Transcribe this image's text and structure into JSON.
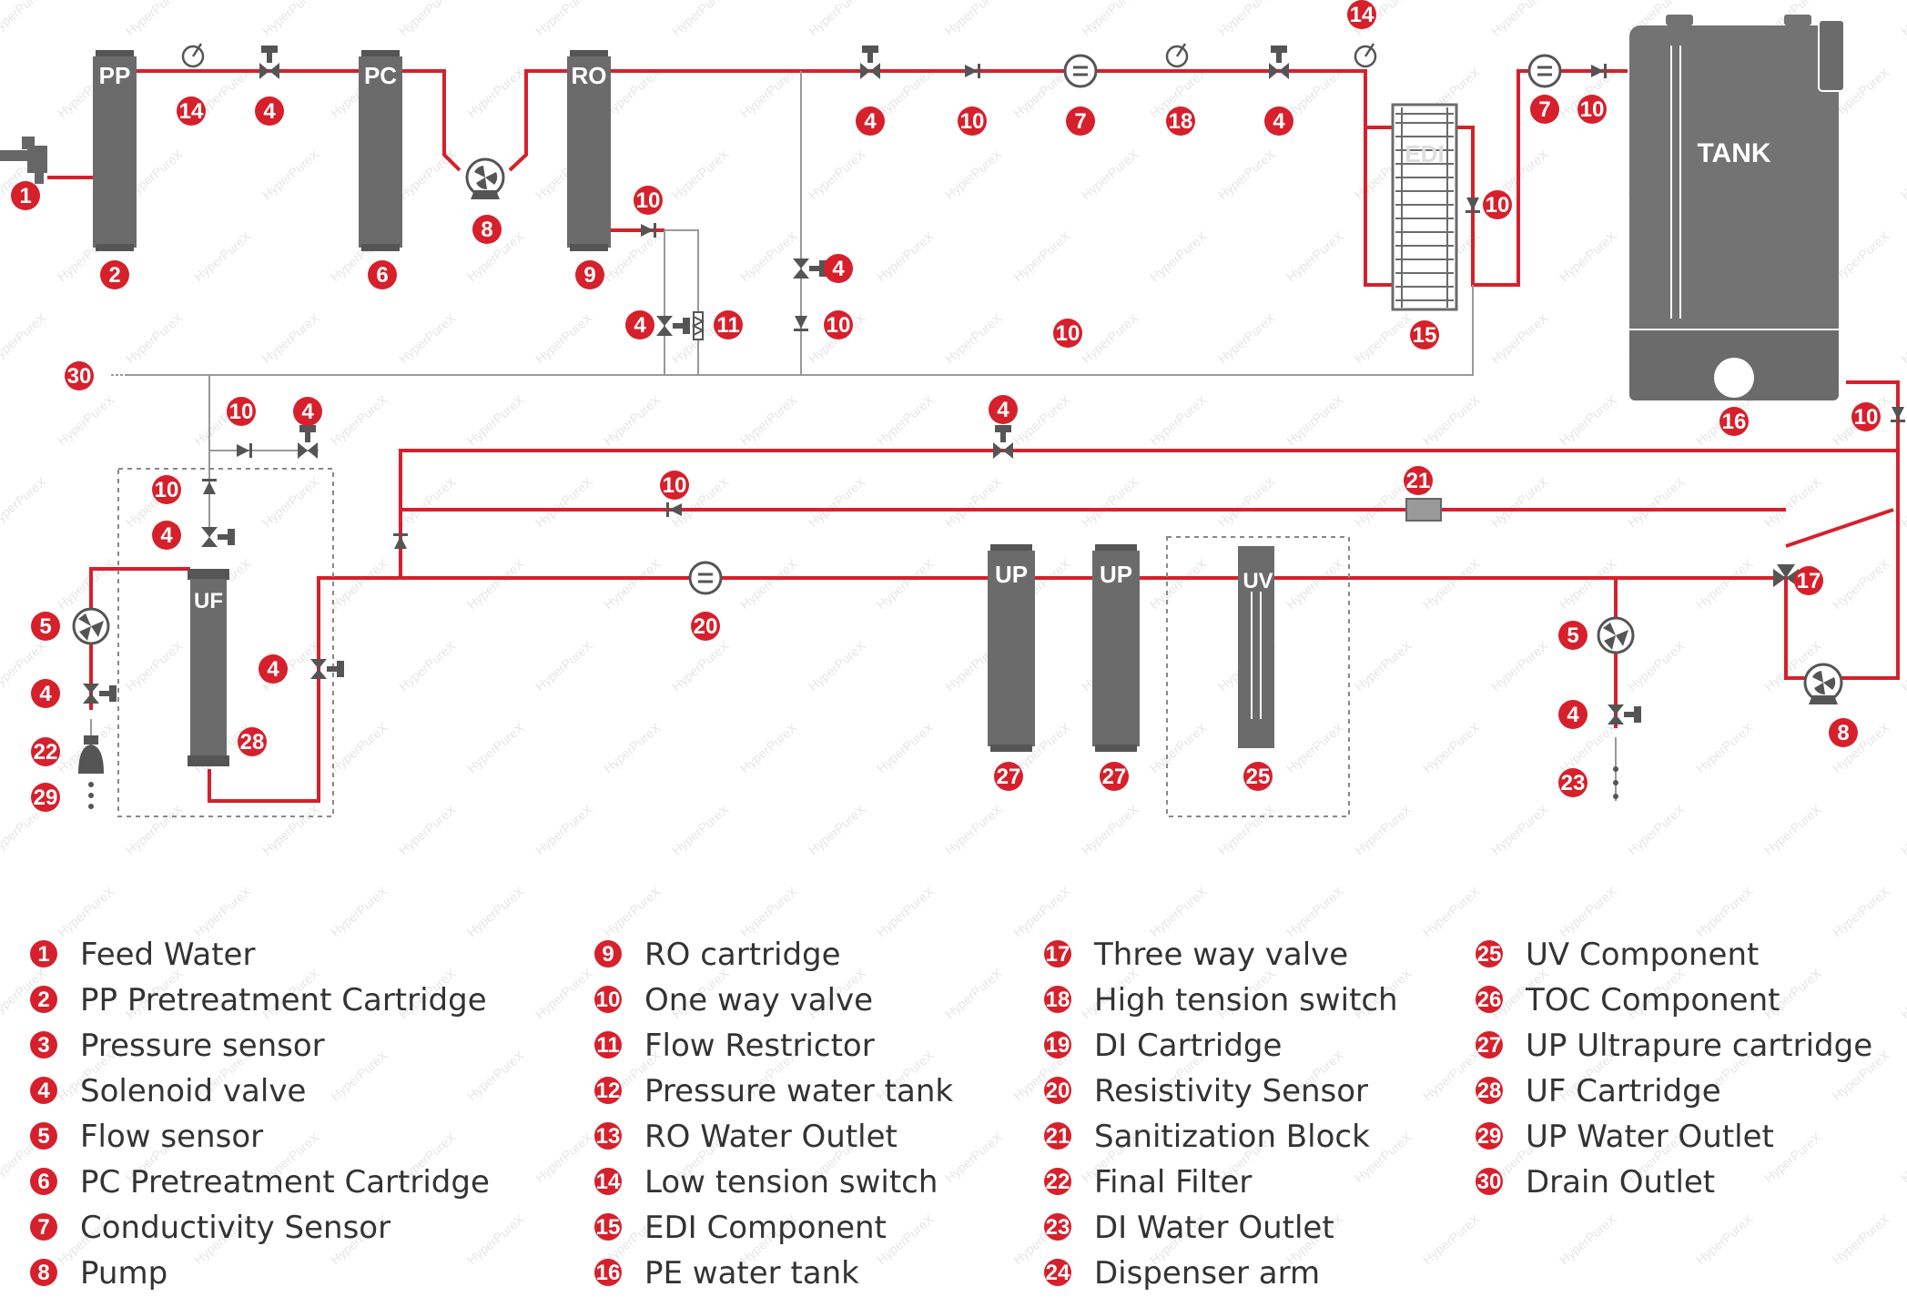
{
  "colors": {
    "pipe": "#d6202b",
    "body": "#6b6b6b",
    "badge": "#d6202b",
    "text": "#333333",
    "line": "#999999",
    "tank": "#737373"
  },
  "watermark": "HyperPureX",
  "labels": {
    "pp": "PP",
    "pc": "PC",
    "ro": "RO",
    "edi": "EDI",
    "tank": "TANK",
    "uf": "UF",
    "up1": "UP",
    "up2": "UP",
    "uv": "UV"
  },
  "badges": {
    "b1": "1",
    "b2": "2",
    "b14a": "14",
    "b4a": "4",
    "b6": "6",
    "b8a": "8",
    "b9": "9",
    "b10a": "10",
    "b4b": "4",
    "b11": "11",
    "b4c": "4",
    "b10b": "10",
    "b4d": "4",
    "b10c": "10",
    "b7a": "7",
    "b18": "18",
    "b4e": "4",
    "b14b": "14",
    "b10d": "10",
    "b15": "15",
    "b10e": "10",
    "b7b": "7",
    "b10f": "10",
    "b16": "16",
    "b10g": "10",
    "b30": "30",
    "b10h": "10",
    "b4f": "4",
    "b4g": "4",
    "b10i": "10",
    "b4h": "4",
    "b10j": "10",
    "b21": "21",
    "b17": "17",
    "b20": "20",
    "b5a": "5",
    "b4i": "4",
    "b22": "22",
    "b29": "29",
    "b4j": "4",
    "b28": "28",
    "b27a": "27",
    "b27b": "27",
    "b25": "25",
    "b5b": "5",
    "b4k": "4",
    "b23": "23",
    "b8b": "8"
  },
  "legend": [
    {
      "num": "1",
      "label": "Feed Water"
    },
    {
      "num": "2",
      "label": "PP Pretreatment Cartridge"
    },
    {
      "num": "3",
      "label": "Pressure sensor"
    },
    {
      "num": "4",
      "label": "Solenoid valve"
    },
    {
      "num": "5",
      "label": "Flow sensor"
    },
    {
      "num": "6",
      "label": "PC Pretreatment Cartridge"
    },
    {
      "num": "7",
      "label": "Conductivity Sensor"
    },
    {
      "num": "8",
      "label": "Pump"
    },
    {
      "num": "9",
      "label": "RO cartridge"
    },
    {
      "num": "10",
      "label": "One way valve"
    },
    {
      "num": "11",
      "label": "Flow Restrictor"
    },
    {
      "num": "12",
      "label": "Pressure water tank"
    },
    {
      "num": "13",
      "label": "RO Water Outlet"
    },
    {
      "num": "14",
      "label": "Low tension switch"
    },
    {
      "num": "15",
      "label": "EDI Component"
    },
    {
      "num": "16",
      "label": "PE water tank"
    },
    {
      "num": "17",
      "label": "Three way valve"
    },
    {
      "num": "18",
      "label": "High tension switch"
    },
    {
      "num": "19",
      "label": "DI Cartridge"
    },
    {
      "num": "20",
      "label": "Resistivity Sensor"
    },
    {
      "num": "21",
      "label": "Sanitization Block"
    },
    {
      "num": "22",
      "label": "Final Filter"
    },
    {
      "num": "23",
      "label": "DI Water Outlet"
    },
    {
      "num": "24",
      "label": "Dispenser arm"
    },
    {
      "num": "25",
      "label": "UV Component"
    },
    {
      "num": "26",
      "label": "TOC Component"
    },
    {
      "num": "27",
      "label": "UP Ultrapure cartridge"
    },
    {
      "num": "28",
      "label": "UF Cartridge"
    },
    {
      "num": "29",
      "label": "UP Water Outlet"
    },
    {
      "num": "30",
      "label": "Drain Outlet"
    }
  ]
}
